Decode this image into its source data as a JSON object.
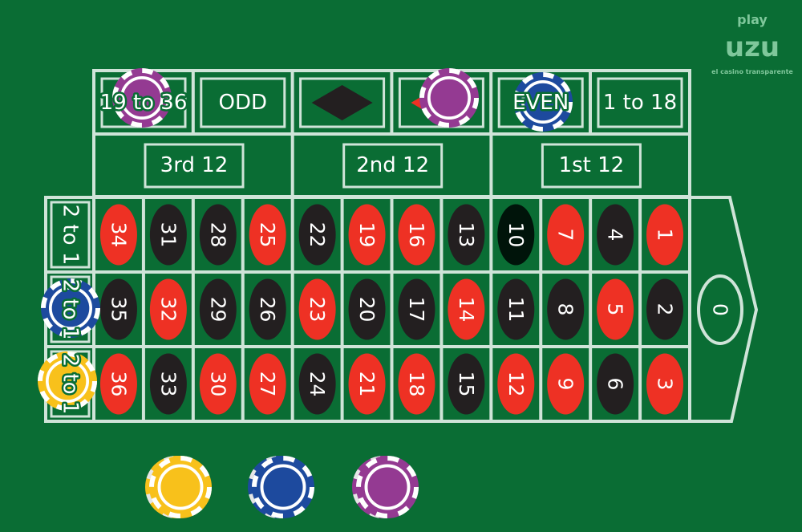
{
  "logo": {
    "top": "play",
    "main": "uzu",
    "tagline": "el casino transparente"
  },
  "outside_bets": {
    "top_row": [
      "19 to 36",
      "ODD",
      "",
      "",
      "EVEN",
      "1 to 18"
    ],
    "diamond_colors": {
      "black": "#231f20",
      "red": "#ee3124"
    },
    "dozens": [
      "3rd 12",
      "2nd 12",
      "1st 12"
    ],
    "columns": [
      "2 to 1",
      "2 to 1",
      "2 to 1"
    ]
  },
  "zero": "0",
  "grid": [
    [
      34,
      31,
      28,
      25,
      22,
      19,
      16,
      13,
      10,
      7,
      4,
      1
    ],
    [
      35,
      32,
      29,
      26,
      23,
      20,
      17,
      14,
      11,
      8,
      5,
      2
    ],
    [
      36,
      33,
      30,
      27,
      24,
      21,
      18,
      15,
      12,
      9,
      6,
      3
    ]
  ],
  "red_numbers": [
    1,
    3,
    5,
    7,
    9,
    12,
    14,
    16,
    18,
    19,
    21,
    23,
    25,
    27,
    30,
    32,
    34,
    36
  ],
  "highlighted_number": 10,
  "colors": {
    "felt": "#0a6d34",
    "lines": "#cfe4d8",
    "red": "#ee3124",
    "black": "#231f20",
    "highlight": "#00140a"
  },
  "placed_chips": [
    "purple",
    "purple",
    "blue",
    "blue",
    "yellow"
  ],
  "chip_rack": [
    "yellow",
    "blue",
    "purple"
  ],
  "chip_colors": {
    "yellow": "#f8c11b",
    "blue": "#1d4a9e",
    "purple": "#943a92"
  }
}
